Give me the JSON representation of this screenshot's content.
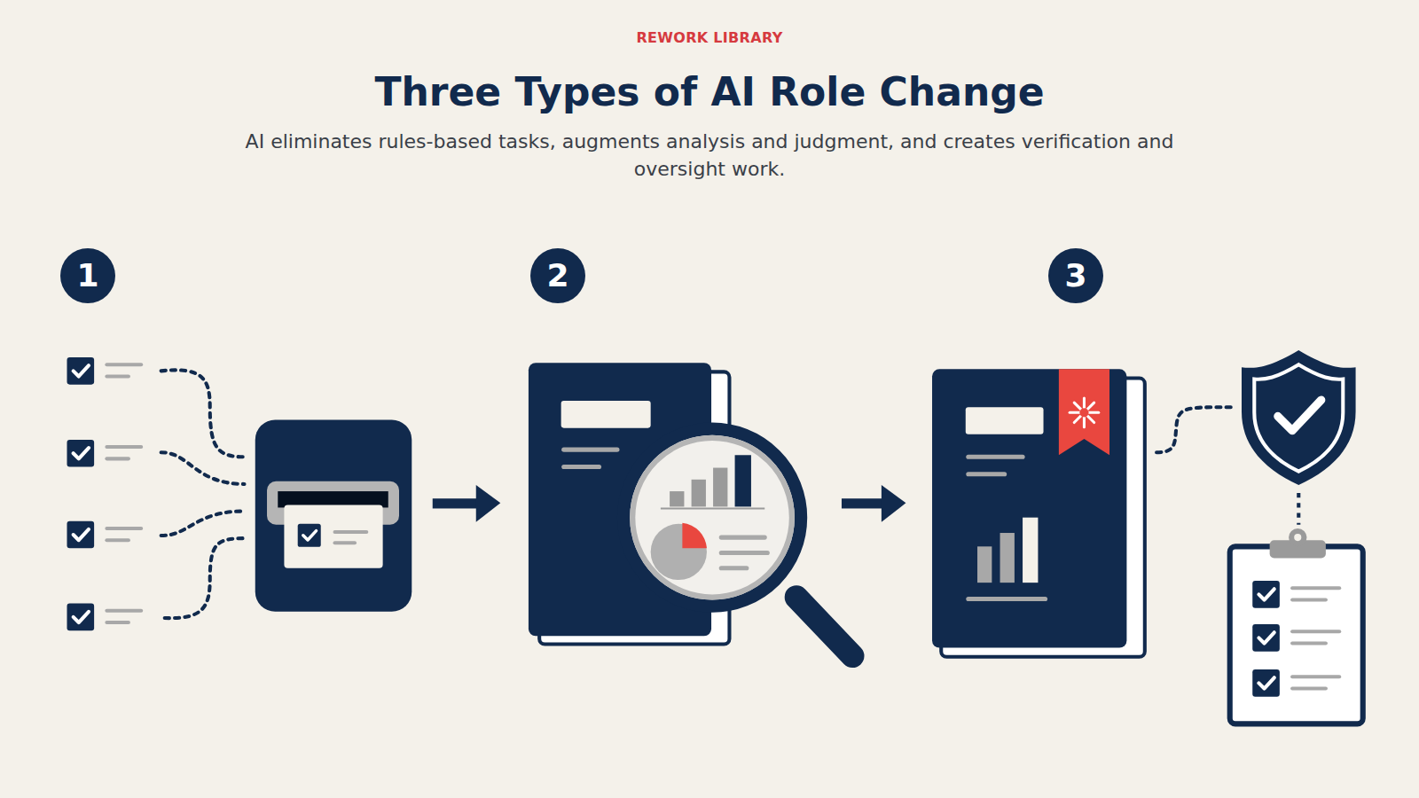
{
  "diagram": {
    "title": "Three Types of AI Role Change",
    "caption": "AI eliminates rules-based tasks, augments analysis and judgment, and creates verification and oversight work.",
    "nodes": [
      {
        "text": [
          "1"
        ]
      },
      {
        "text": [
          "2"
        ]
      },
      {
        "text": [
          "3"
        ]
      }
    ],
    "labels": [
      "REWORK LIBRARY"
    ]
  }
}
